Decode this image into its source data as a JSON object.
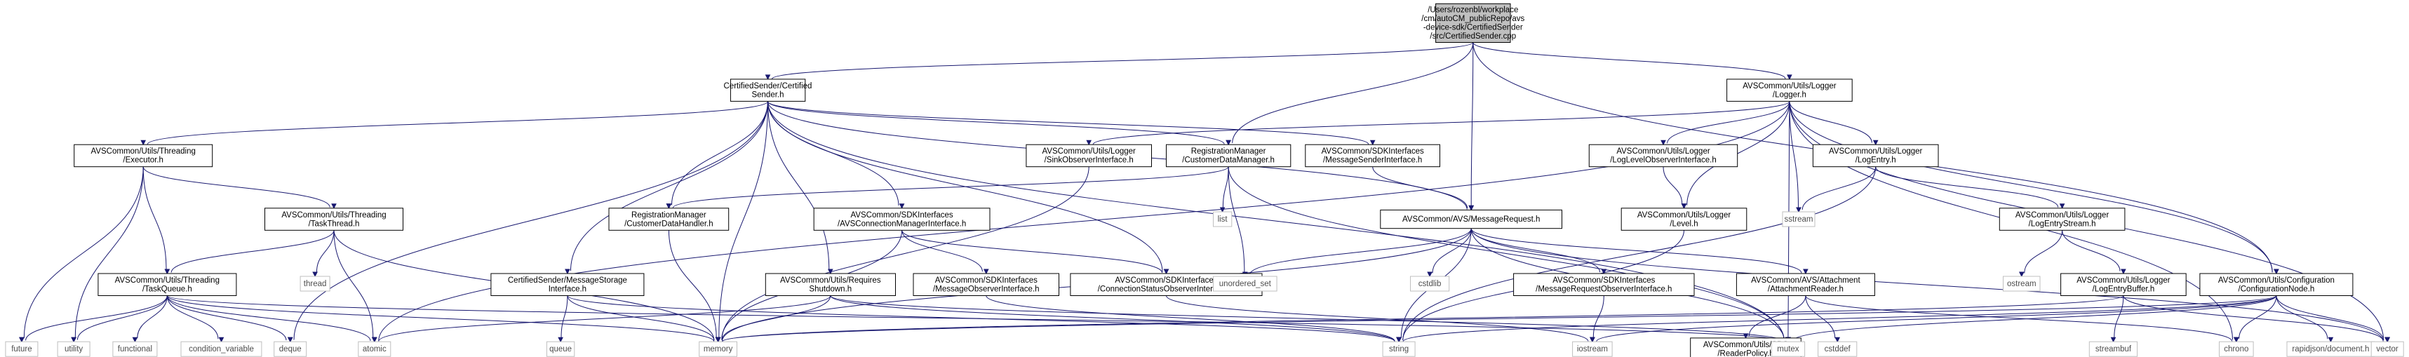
{
  "diagram": {
    "colors": {
      "edge": "#191970",
      "node_border": "#000000",
      "root_fill": "#bfbfbf",
      "node_fill": "#ffffff",
      "leaf_border": "#bfbfbf",
      "leaf_text": "#4d4d4d"
    },
    "nodes": [
      {
        "id": "root",
        "lines": [
          "/Users/rozenbl/workplace",
          "/cm/autoCM_publicRepo/avs",
          "-device-sdk/CertifiedSender",
          "/src/CertifiedSender.cpp"
        ],
        "kind": "root"
      },
      {
        "id": "cs_h",
        "lines": [
          "CertifiedSender/Certified",
          "Sender.h"
        ],
        "kind": "node"
      },
      {
        "id": "logger_h",
        "lines": [
          "AVSCommon/Utils/Logger",
          "/Logger.h"
        ],
        "kind": "node"
      },
      {
        "id": "executor",
        "lines": [
          "AVSCommon/Utils/Threading",
          "/Executor.h"
        ],
        "kind": "node"
      },
      {
        "id": "sink",
        "lines": [
          "AVSCommon/Utils/Logger",
          "/SinkObserverInterface.h"
        ],
        "kind": "node"
      },
      {
        "id": "rm_cdm",
        "lines": [
          "RegistrationManager",
          "/CustomerDataManager.h"
        ],
        "kind": "node"
      },
      {
        "id": "msgsender",
        "lines": [
          "AVSCommon/SDKInterfaces",
          "/MessageSenderInterface.h"
        ],
        "kind": "node"
      },
      {
        "id": "lvlobs",
        "lines": [
          "AVSCommon/Utils/Logger",
          "/LogLevelObserverInterface.h"
        ],
        "kind": "node"
      },
      {
        "id": "logentry",
        "lines": [
          "AVSCommon/Utils/Logger",
          "/LogEntry.h"
        ],
        "kind": "node"
      },
      {
        "id": "taskthread",
        "lines": [
          "AVSCommon/Utils/Threading",
          "/TaskThread.h"
        ],
        "kind": "node"
      },
      {
        "id": "rm_cdh",
        "lines": [
          "RegistrationManager",
          "/CustomerDataHandler.h"
        ],
        "kind": "node"
      },
      {
        "id": "avsconn",
        "lines": [
          "AVSCommon/SDKInterfaces",
          "/AVSConnectionManagerInterface.h"
        ],
        "kind": "node"
      },
      {
        "id": "msgreq",
        "lines": [
          "AVSCommon/AVS/MessageRequest.h"
        ],
        "kind": "node"
      },
      {
        "id": "level",
        "lines": [
          "AVSCommon/Utils/Logger",
          "/Level.h"
        ],
        "kind": "node"
      },
      {
        "id": "les",
        "lines": [
          "AVSCommon/Utils/Logger",
          "/LogEntryStream.h"
        ],
        "kind": "node"
      },
      {
        "id": "taskqueue",
        "lines": [
          "AVSCommon/Utils/Threading",
          "/TaskQueue.h"
        ],
        "kind": "node"
      },
      {
        "id": "storage",
        "lines": [
          "CertifiedSender/MessageStorage",
          "Interface.h"
        ],
        "kind": "node"
      },
      {
        "id": "reqshut",
        "lines": [
          "AVSCommon/Utils/Requires",
          "Shutdown.h"
        ],
        "kind": "node"
      },
      {
        "id": "msgobs",
        "lines": [
          "AVSCommon/SDKInterfaces",
          "/MessageObserverInterface.h"
        ],
        "kind": "node"
      },
      {
        "id": "connstat",
        "lines": [
          "AVSCommon/SDKInterfaces",
          "/ConnectionStatusObserverInterface.h"
        ],
        "kind": "node"
      },
      {
        "id": "msgreqobs",
        "lines": [
          "AVSCommon/SDKInterfaces",
          "/MessageRequestObserverInterface.h"
        ],
        "kind": "node"
      },
      {
        "id": "attreader",
        "lines": [
          "AVSCommon/AVS/Attachment",
          "/AttachmentReader.h"
        ],
        "kind": "node"
      },
      {
        "id": "leb",
        "lines": [
          "AVSCommon/Utils/Logger",
          "/LogEntryBuffer.h"
        ],
        "kind": "node"
      },
      {
        "id": "confnode",
        "lines": [
          "AVSCommon/Utils/Configuration",
          "/ConfigurationNode.h"
        ],
        "kind": "node"
      },
      {
        "id": "readerpolicy",
        "lines": [
          "AVSCommon/Utils/SDS",
          "/ReaderPolicy.h"
        ],
        "kind": "node"
      },
      {
        "id": "list",
        "lines": [
          "list"
        ],
        "kind": "leaf"
      },
      {
        "id": "sstream",
        "lines": [
          "sstream"
        ],
        "kind": "leaf"
      },
      {
        "id": "thread",
        "lines": [
          "thread"
        ],
        "kind": "leaf"
      },
      {
        "id": "unordered_set",
        "lines": [
          "unordered_set"
        ],
        "kind": "leaf"
      },
      {
        "id": "cstdlib",
        "lines": [
          "cstdlib"
        ],
        "kind": "leaf"
      },
      {
        "id": "ostream",
        "lines": [
          "ostream"
        ],
        "kind": "leaf"
      },
      {
        "id": "queue",
        "lines": [
          "queue"
        ],
        "kind": "leaf"
      },
      {
        "id": "cstddef",
        "lines": [
          "cstddef"
        ],
        "kind": "leaf"
      },
      {
        "id": "streambuf",
        "lines": [
          "streambuf"
        ],
        "kind": "leaf"
      },
      {
        "id": "future",
        "lines": [
          "future"
        ],
        "kind": "leaf"
      },
      {
        "id": "utility",
        "lines": [
          "utility"
        ],
        "kind": "leaf"
      },
      {
        "id": "functional",
        "lines": [
          "functional"
        ],
        "kind": "leaf"
      },
      {
        "id": "condition_variable",
        "lines": [
          "condition_variable"
        ],
        "kind": "leaf"
      },
      {
        "id": "deque",
        "lines": [
          "deque"
        ],
        "kind": "leaf"
      },
      {
        "id": "atomic",
        "lines": [
          "atomic"
        ],
        "kind": "leaf"
      },
      {
        "id": "memory",
        "lines": [
          "memory"
        ],
        "kind": "leaf"
      },
      {
        "id": "string",
        "lines": [
          "string"
        ],
        "kind": "leaf"
      },
      {
        "id": "iostream",
        "lines": [
          "iostream"
        ],
        "kind": "leaf"
      },
      {
        "id": "mutex",
        "lines": [
          "mutex"
        ],
        "kind": "leaf"
      },
      {
        "id": "chrono",
        "lines": [
          "chrono"
        ],
        "kind": "leaf"
      },
      {
        "id": "rapidjson",
        "lines": [
          "rapidjson/document.h"
        ],
        "kind": "leaf"
      },
      {
        "id": "vector",
        "lines": [
          "vector"
        ],
        "kind": "leaf"
      }
    ],
    "edges": [
      [
        "root",
        "cs_h"
      ],
      [
        "root",
        "logger_h"
      ],
      [
        "root",
        "rm_cdm"
      ],
      [
        "root",
        "msgreq"
      ],
      [
        "root",
        "confnode"
      ],
      [
        "cs_h",
        "executor"
      ],
      [
        "cs_h",
        "rm_cdm"
      ],
      [
        "cs_h",
        "msgsender"
      ],
      [
        "cs_h",
        "rm_cdh"
      ],
      [
        "cs_h",
        "avsconn"
      ],
      [
        "cs_h",
        "msgreq"
      ],
      [
        "cs_h",
        "storage"
      ],
      [
        "cs_h",
        "reqshut"
      ],
      [
        "cs_h",
        "connstat"
      ],
      [
        "cs_h",
        "memory"
      ],
      [
        "cs_h",
        "deque"
      ],
      [
        "cs_h",
        "mutex"
      ],
      [
        "logger_h",
        "sink"
      ],
      [
        "logger_h",
        "lvlobs"
      ],
      [
        "logger_h",
        "logentry"
      ],
      [
        "logger_h",
        "level"
      ],
      [
        "logger_h",
        "sstream"
      ],
      [
        "logger_h",
        "confnode"
      ],
      [
        "logger_h",
        "atomic"
      ],
      [
        "logger_h",
        "mutex"
      ],
      [
        "logger_h",
        "vector"
      ],
      [
        "logger_h",
        "chrono"
      ],
      [
        "executor",
        "taskthread"
      ],
      [
        "executor",
        "taskqueue"
      ],
      [
        "executor",
        "future"
      ],
      [
        "executor",
        "utility"
      ],
      [
        "sink",
        "memory"
      ],
      [
        "rm_cdm",
        "rm_cdh"
      ],
      [
        "rm_cdm",
        "list"
      ],
      [
        "rm_cdm",
        "unordered_set"
      ],
      [
        "rm_cdm",
        "mutex"
      ],
      [
        "msgsender",
        "msgreq"
      ],
      [
        "lvlobs",
        "level"
      ],
      [
        "logentry",
        "sstream"
      ],
      [
        "logentry",
        "les"
      ],
      [
        "logentry",
        "string"
      ],
      [
        "taskthread",
        "taskqueue"
      ],
      [
        "taskthread",
        "thread"
      ],
      [
        "taskthread",
        "atomic"
      ],
      [
        "taskthread",
        "memory"
      ],
      [
        "rm_cdh",
        "memory"
      ],
      [
        "avsconn",
        "msgobs"
      ],
      [
        "avsconn",
        "connstat"
      ],
      [
        "avsconn",
        "memory"
      ],
      [
        "msgreq",
        "unordered_set"
      ],
      [
        "msgreq",
        "cstdlib"
      ],
      [
        "msgreq",
        "msgreqobs"
      ],
      [
        "msgreq",
        "attreader"
      ],
      [
        "msgreq",
        "memory"
      ],
      [
        "msgreq",
        "string"
      ],
      [
        "msgreq",
        "mutex"
      ],
      [
        "msgreq",
        "vector"
      ],
      [
        "level",
        "string"
      ],
      [
        "les",
        "ostream"
      ],
      [
        "les",
        "leb"
      ],
      [
        "taskqueue",
        "future"
      ],
      [
        "taskqueue",
        "utility"
      ],
      [
        "taskqueue",
        "functional"
      ],
      [
        "taskqueue",
        "condition_variable"
      ],
      [
        "taskqueue",
        "deque"
      ],
      [
        "taskqueue",
        "atomic"
      ],
      [
        "taskqueue",
        "memory"
      ],
      [
        "taskqueue",
        "mutex"
      ],
      [
        "storage",
        "queue"
      ],
      [
        "storage",
        "memory"
      ],
      [
        "storage",
        "string"
      ],
      [
        "reqshut",
        "atomic"
      ],
      [
        "reqshut",
        "memory"
      ],
      [
        "reqshut",
        "mutex"
      ],
      [
        "reqshut",
        "string"
      ],
      [
        "msgobs",
        "string"
      ],
      [
        "connstat",
        "iostream"
      ],
      [
        "msgreqobs",
        "iostream"
      ],
      [
        "attreader",
        "readerpolicy"
      ],
      [
        "attreader",
        "cstddef"
      ],
      [
        "attreader",
        "chrono"
      ],
      [
        "leb",
        "streambuf"
      ],
      [
        "leb",
        "memory"
      ],
      [
        "leb",
        "vector"
      ],
      [
        "confnode",
        "chrono"
      ],
      [
        "confnode",
        "rapidjson"
      ],
      [
        "confnode",
        "mutex"
      ],
      [
        "confnode",
        "iostream"
      ],
      [
        "confnode",
        "string"
      ],
      [
        "confnode",
        "vector"
      ],
      [
        "confnode",
        "memory"
      ]
    ]
  }
}
